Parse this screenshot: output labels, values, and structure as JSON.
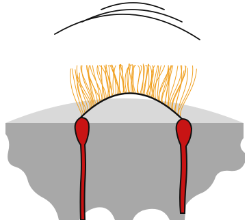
{
  "colors": {
    "background": "#ffffff",
    "waves": "#111111",
    "surface_light": "#d9d9d9",
    "tissue": "#a8a8a8",
    "cilia": "#f0a020",
    "membrane_arc": "#111111",
    "cell_fill": "#c81414",
    "cell_outline": "#111111"
  },
  "elements": {
    "waves": "sound-wave-arcs",
    "surface": "raised-surface",
    "tissue": "gray-tissue-mass",
    "cilia": "orange-cilia-bundle",
    "membrane": "black-membrane-arc",
    "left_cell": "left-red-cell",
    "right_cell": "right-red-cell"
  }
}
